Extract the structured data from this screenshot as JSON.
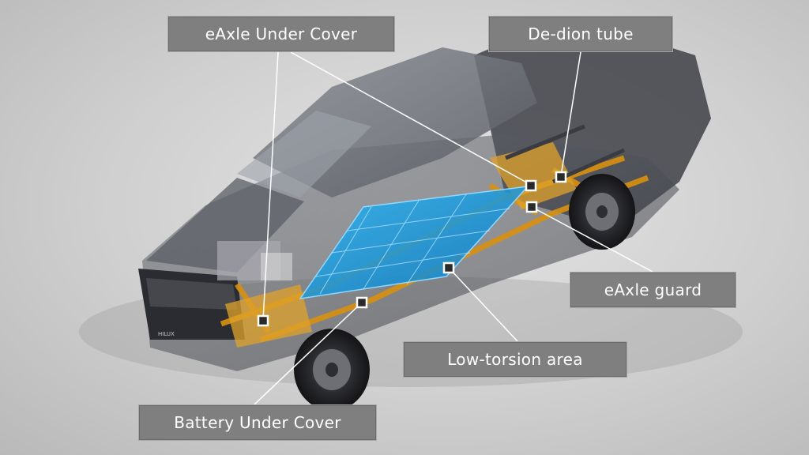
{
  "callouts": {
    "eaxle_under_cover": "eAxle Under Cover",
    "dedion_tube": "De-dion tube",
    "eaxle_guard": "eAxle guard",
    "low_torsion_area": "Low-torsion area",
    "battery_under_cover": "Battery Under Cover"
  },
  "vehicle": {
    "badge": "HILUX"
  },
  "colors": {
    "callout_bg": "#7f7f7f",
    "frame_orange": "#d9900f",
    "battery_blue": "#1f9fe0",
    "body_gray": "#4c4f57"
  }
}
